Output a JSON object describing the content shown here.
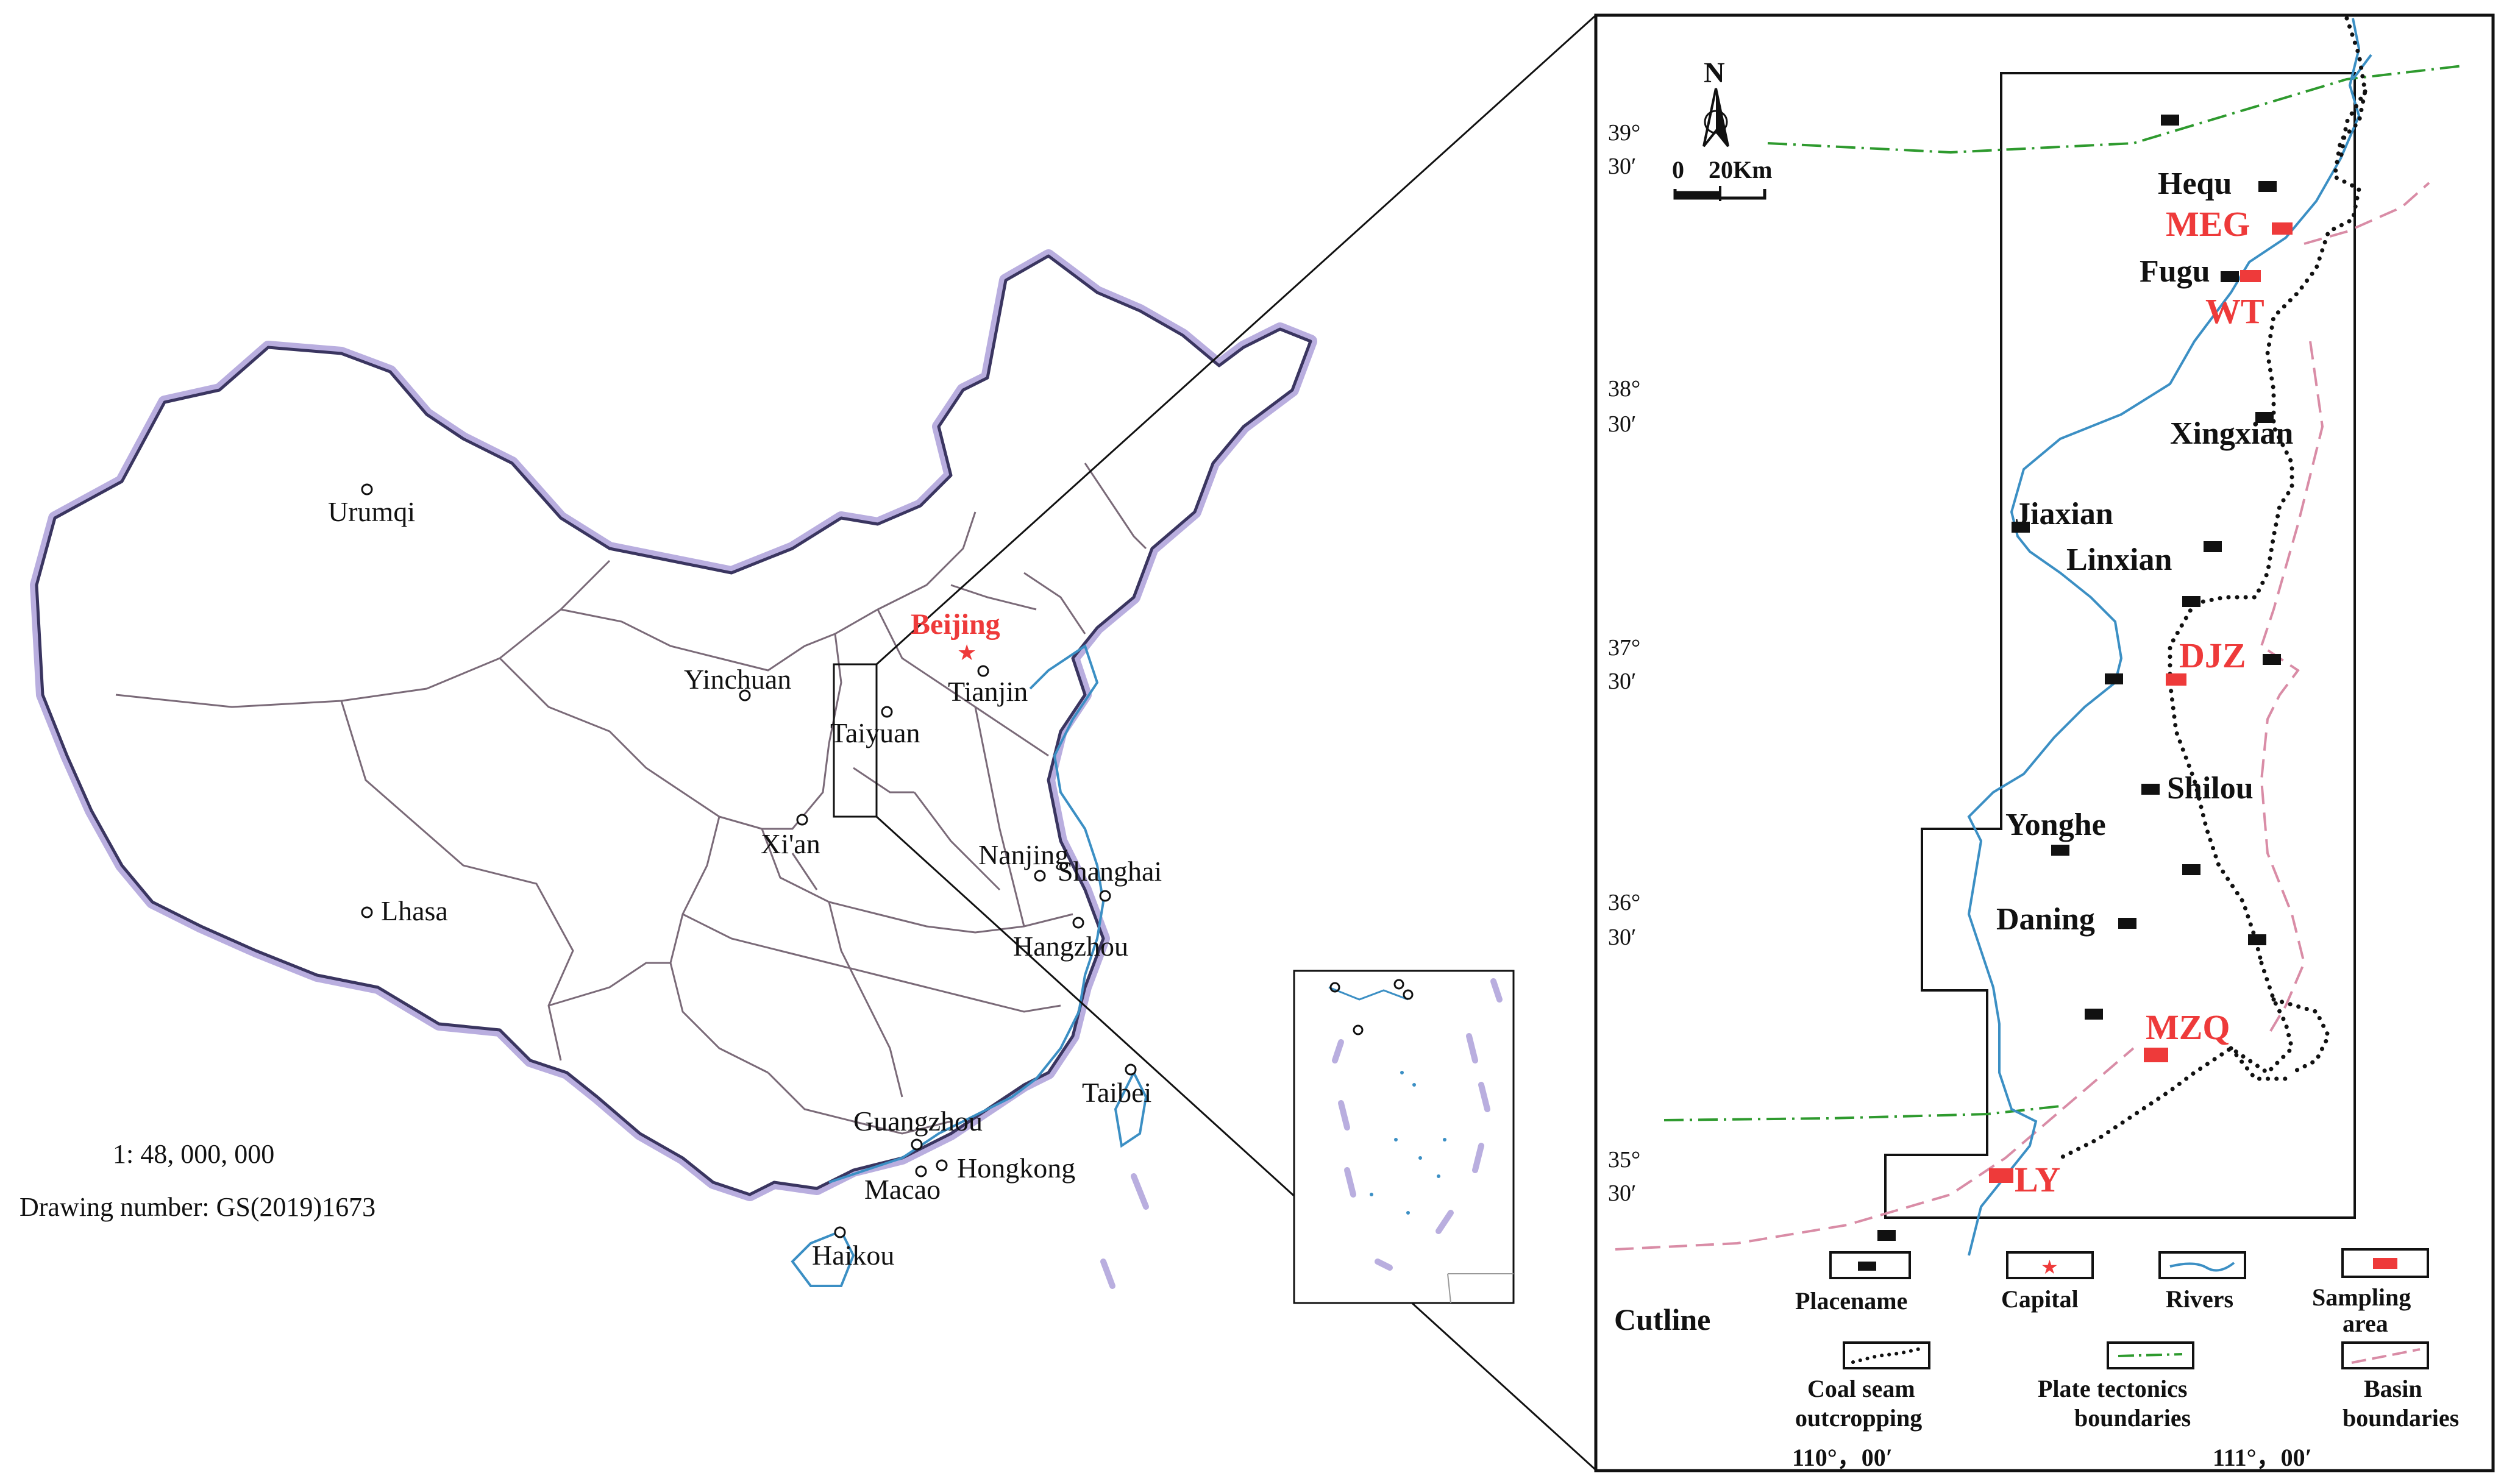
{
  "map": {
    "scale": "1: 48, 000, 000",
    "drawing_number": "Drawing number: GS(2019)1673",
    "capital_label": "Beijing",
    "cities": [
      "Urumqi",
      "Yinchuan",
      "Tianjin",
      "Taiyuan",
      "Xi'an",
      "Lhasa",
      "Nanjing",
      "Shanghai",
      "Hangzhou",
      "Taibei",
      "Guangzhou",
      "Hongkong",
      "Macao",
      "Haikou"
    ]
  },
  "inset": {
    "north": "N",
    "scale_bar": "0    20Km",
    "latitudes": [
      {
        "deg": "39°",
        "min": "30′"
      },
      {
        "deg": "38°",
        "min": "30′"
      },
      {
        "deg": "37°",
        "min": "30′"
      },
      {
        "deg": "36°",
        "min": "30′"
      },
      {
        "deg": "35°",
        "min": "30′"
      }
    ],
    "longitudes": [
      "110°，00′",
      "111°，00′"
    ],
    "placenames": [
      "Hequ",
      "Fugu",
      "Xingxian",
      "Jiaxian",
      "Linxian",
      "Shilou",
      "Yonghe",
      "Daning"
    ],
    "sampling_areas": [
      "MEG",
      "WT",
      "DJZ",
      "MZQ",
      "LY"
    ]
  },
  "legend": {
    "title": "Cutline",
    "items": [
      {
        "label": [
          "Placename"
        ]
      },
      {
        "label": [
          "Capital"
        ]
      },
      {
        "label": [
          "Rivers"
        ]
      },
      {
        "label": [
          "Sampling",
          "area"
        ]
      },
      {
        "label": [
          "Coal seam",
          "outcropping"
        ]
      },
      {
        "label": [
          "Plate tectonics",
          "boundaries"
        ]
      },
      {
        "label": [
          "Basin",
          "boundaries"
        ]
      }
    ]
  },
  "colors": {
    "sampling": "#ee3a3a",
    "river": "#3b8fc4",
    "plate_boundary": "#2e9a2e",
    "basin_boundary": "#d98ca6",
    "border_halo": "#b9aedf"
  }
}
